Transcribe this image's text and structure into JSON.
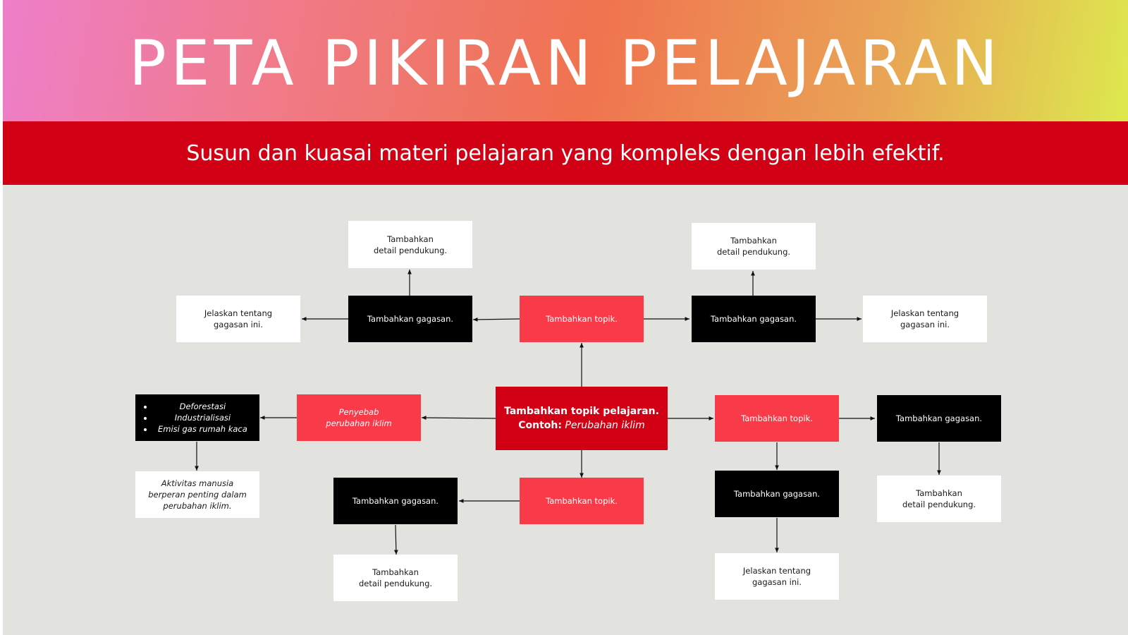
{
  "header": {
    "title": "PETA PIKIRAN PELAJARAN",
    "subtitle": "Susun dan kuasai materi pelajaran yang kompleks dengan lebih efektif."
  },
  "colors": {
    "band_red": "#d20014",
    "topic_red": "#f93a48",
    "canvas_gray": "#e2e3df",
    "idea_black": "#000000",
    "detail_white": "#ffffff"
  },
  "mindmap": {
    "center": {
      "line1": "Tambahkan topik pelajaran.",
      "label_bold": "Contoh:",
      "label_italic": "Perubahan iklim"
    },
    "topics": {
      "top": "Tambahkan topik.",
      "bottom": "Tambahkan topik.",
      "right": "Tambahkan topik.",
      "left_line1": "Penyebab",
      "left_line2": "perubahan iklim"
    },
    "ideas": {
      "top_left": "Tambahkan gagasan.",
      "top_right": "Tambahkan gagasan.",
      "bottom_left": "Tambahkan gagasan.",
      "right_lower": "Tambahkan gagasan.",
      "right_far": "Tambahkan gagasan."
    },
    "causes": [
      "Deforestasi",
      "Industrialisasi",
      "Emisi gas rumah kaca"
    ],
    "details": {
      "top_left_detail": {
        "line1": "Tambahkan",
        "line2": "detail pendukung."
      },
      "top_left_explain": {
        "line1": "Jelaskan tentang",
        "line2": "gagasan ini."
      },
      "top_right_detail": {
        "line1": "Tambahkan",
        "line2": "detail pendukung."
      },
      "top_right_explain": {
        "line1": "Jelaskan tentang",
        "line2": "gagasan ini."
      },
      "cause_note": {
        "line1": "Aktivitas manusia",
        "line2": "berperan penting dalam",
        "line3": "perubahan iklim."
      },
      "bottom_left_detail": {
        "line1": "Tambahkan",
        "line2": "detail pendukung."
      },
      "right_lower_explain": {
        "line1": "Jelaskan tentang",
        "line2": "gagasan ini."
      },
      "right_far_detail": {
        "line1": "Tambahkan",
        "line2": "detail pendukung."
      }
    }
  }
}
